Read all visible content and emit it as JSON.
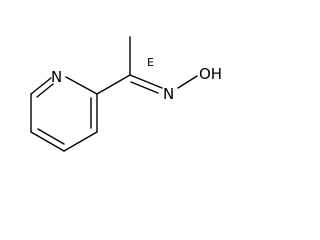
{
  "molecule": {
    "atoms": {
      "ring_nitrogen": "N",
      "oxime_nitrogen": "N",
      "hydroxyl": "OH"
    },
    "stereo_descriptor": "E"
  }
}
